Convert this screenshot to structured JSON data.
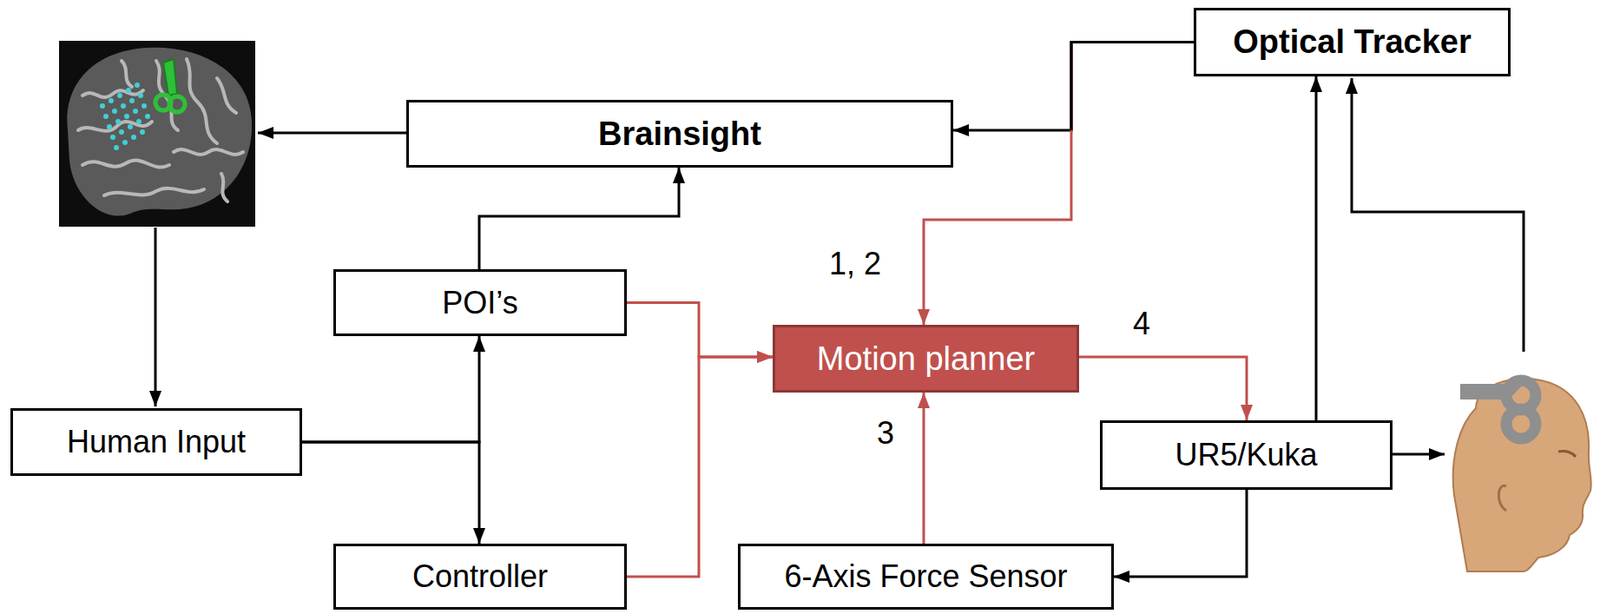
{
  "diagram": {
    "nodes": [
      {
        "text": [
          "Optical Tracker"
        ]
      },
      {
        "text": [
          "Brainsight"
        ]
      },
      {
        "text": [
          "POI’s"
        ]
      },
      {
        "text": [
          "Motion planner"
        ]
      },
      {
        "text": [
          "Human Input"
        ]
      },
      {
        "text": [
          "UR5/Kuka"
        ]
      },
      {
        "text": [
          "Controller"
        ]
      },
      {
        "text": [
          "6-Axis Force Sensor"
        ]
      }
    ],
    "edges": [
      {
        "from": 0,
        "to": 1,
        "arrow": "to"
      },
      {
        "from": 0,
        "to": 3,
        "arrow": "to"
      },
      {
        "from": 2,
        "to": 1,
        "arrow": "to"
      },
      {
        "from": 4,
        "to": 2,
        "arrow": "to"
      },
      {
        "from": 4,
        "to": 6,
        "arrow": "to"
      },
      {
        "from": 2,
        "to": 3,
        "arrow": "to"
      },
      {
        "from": 6,
        "to": 3,
        "arrow": "to"
      },
      {
        "from": 7,
        "to": 3,
        "arrow": "to"
      },
      {
        "from": 3,
        "to": 5,
        "arrow": "to"
      },
      {
        "from": 5,
        "to": 0,
        "arrow": "to"
      },
      {
        "from": 5,
        "to": 7,
        "arrow": "to"
      }
    ],
    "labels": [
      "1, 2",
      "3",
      "4"
    ]
  }
}
